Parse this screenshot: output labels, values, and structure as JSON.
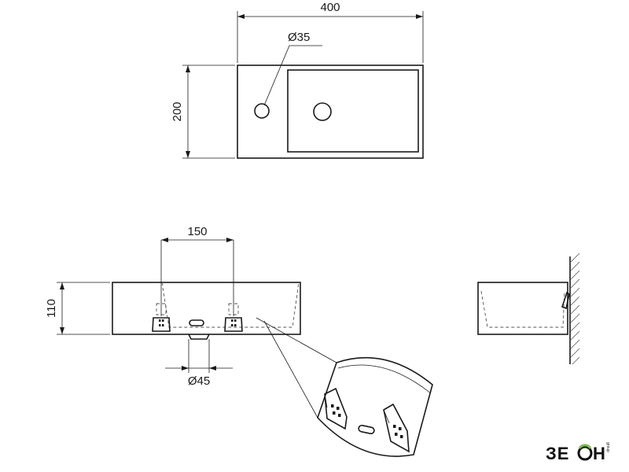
{
  "dimensions": {
    "top_width": "400",
    "top_depth": "200",
    "tap_hole": "Ø35",
    "bracket_spacing": "150",
    "front_height": "110",
    "drain": "Ø45"
  },
  "brand": {
    "logo_left": "ЗЕ",
    "logo_right": "Н",
    "logo_sub": "group",
    "accent_color": "#7bc043"
  }
}
